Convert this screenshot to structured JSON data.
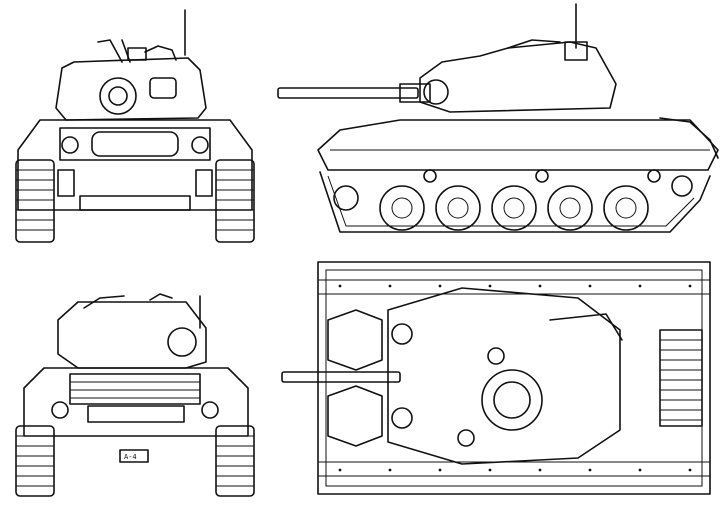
{
  "drawing": {
    "views": [
      {
        "id": "front",
        "type": "front-view"
      },
      {
        "id": "side",
        "type": "side-view"
      },
      {
        "id": "rear",
        "type": "rear-view"
      },
      {
        "id": "top",
        "type": "top-view"
      }
    ],
    "rear_plate_text": "A-4"
  }
}
